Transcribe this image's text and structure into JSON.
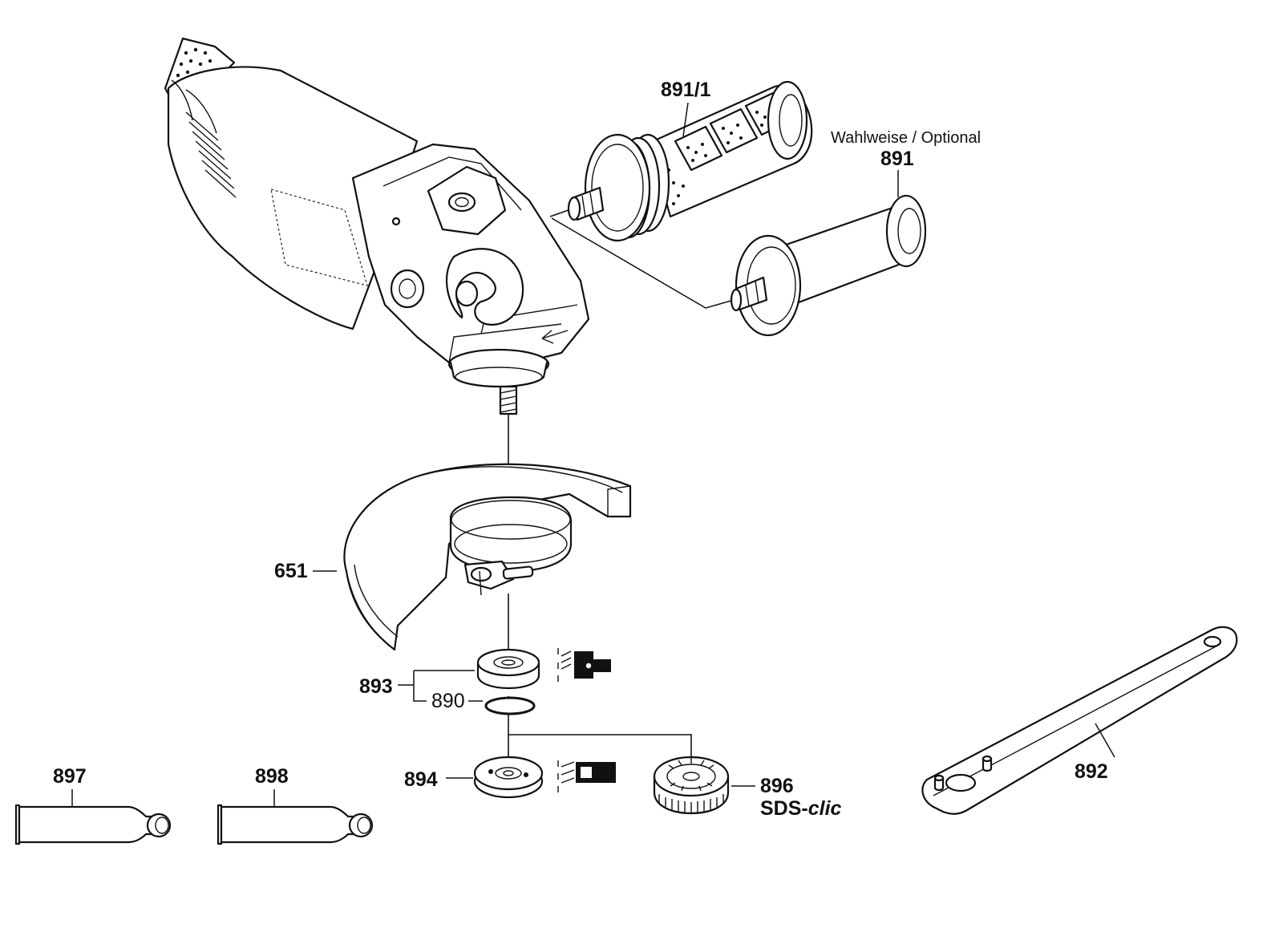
{
  "labels": {
    "p891_1": "891/1",
    "p891": "891",
    "optional_note": "Wahlweise / Optional",
    "p651": "651",
    "p893": "893",
    "p890": "890",
    "p894": "894",
    "p896": "896",
    "sds_prefix": "SDS-",
    "sds_suffix": "clic",
    "p897": "897",
    "p898": "898",
    "p892": "892"
  },
  "parts": [
    {
      "number": "891/1",
      "name": "auxiliary-handle-vibration"
    },
    {
      "number": "891",
      "name": "auxiliary-handle-optional"
    },
    {
      "number": "651",
      "name": "protective-guard"
    },
    {
      "number": "893",
      "name": "mounting-flange-set"
    },
    {
      "number": "890",
      "name": "o-ring"
    },
    {
      "number": "894",
      "name": "clamping-nut"
    },
    {
      "number": "896",
      "name": "quick-clamping-nut-sds-clic"
    },
    {
      "number": "897",
      "name": "tube-grease-1"
    },
    {
      "number": "898",
      "name": "tube-grease-2"
    },
    {
      "number": "892",
      "name": "two-pin-spanner"
    }
  ]
}
